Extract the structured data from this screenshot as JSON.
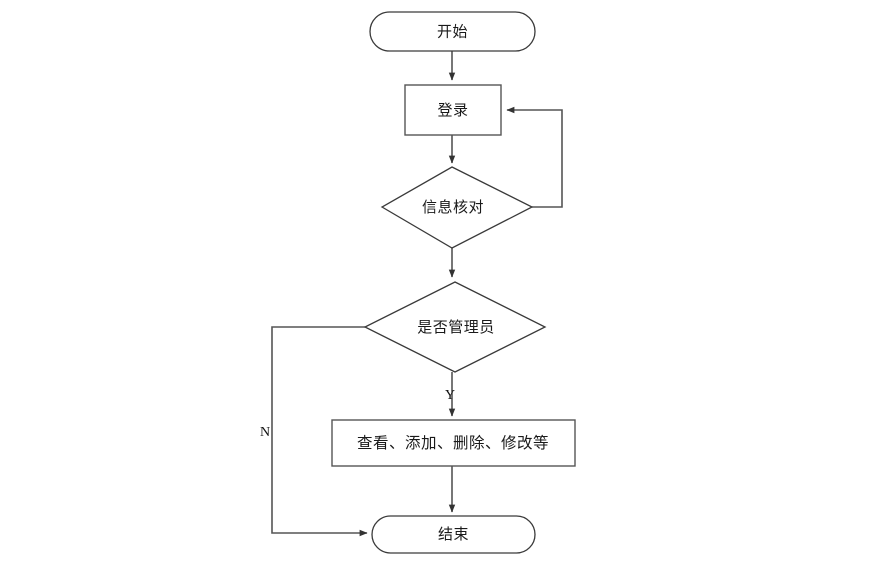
{
  "diagram": {
    "type": "flowchart",
    "title": "",
    "background_color": "#ffffff",
    "line_color": "#555555",
    "text_color": "#1a1a1a",
    "nodes": [
      {
        "id": "start",
        "shape": "stadium",
        "label": "开始"
      },
      {
        "id": "login",
        "shape": "rectangle",
        "label": "登录"
      },
      {
        "id": "verify",
        "shape": "diamond",
        "label": "信息核对"
      },
      {
        "id": "isadmin",
        "shape": "diamond",
        "label": "是否管理员"
      },
      {
        "id": "actions",
        "shape": "rectangle",
        "label": "查看、添加、删除、修改等"
      },
      {
        "id": "end",
        "shape": "stadium",
        "label": "结束"
      }
    ],
    "edges": [
      {
        "from": "start",
        "to": "login",
        "label": ""
      },
      {
        "from": "login",
        "to": "verify",
        "label": ""
      },
      {
        "from": "verify",
        "to": "login",
        "label": ""
      },
      {
        "from": "verify",
        "to": "isadmin",
        "label": ""
      },
      {
        "from": "isadmin",
        "to": "actions",
        "label": "Y"
      },
      {
        "from": "isadmin",
        "to": "end",
        "label": "N"
      },
      {
        "from": "actions",
        "to": "end",
        "label": ""
      }
    ],
    "edge_labels": {
      "yes": "Y",
      "no": "N"
    }
  }
}
